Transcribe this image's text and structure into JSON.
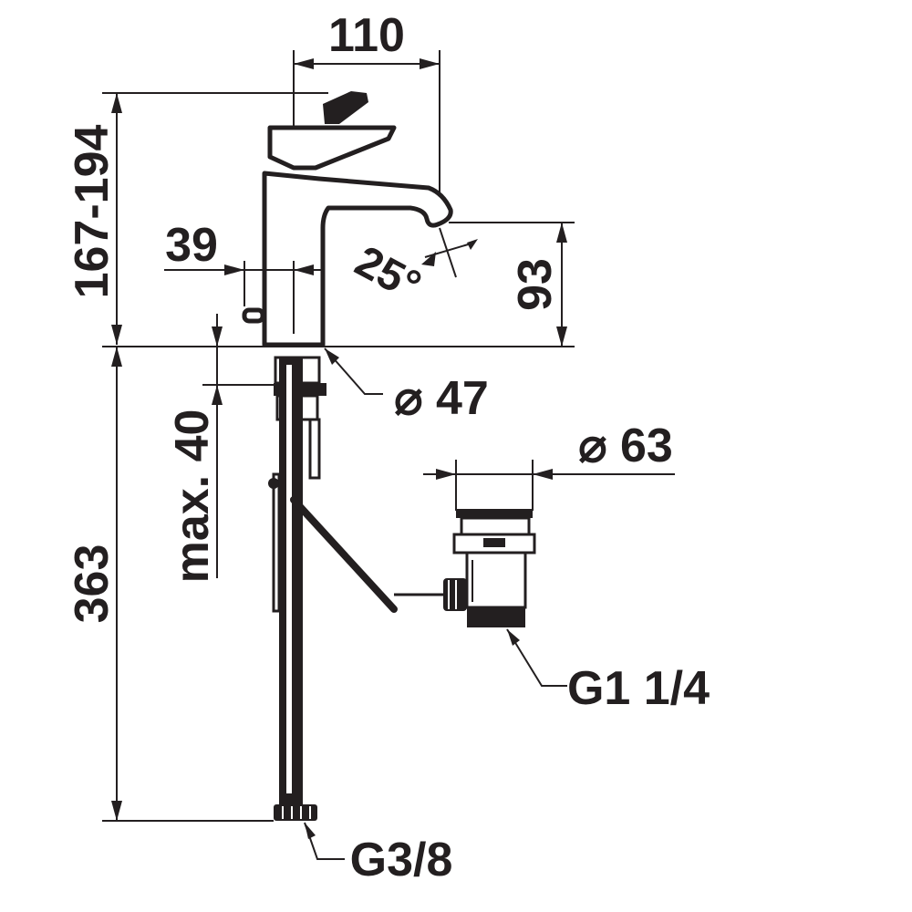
{
  "dimensions": {
    "spout_reach": "110",
    "height_range": "167-194",
    "body_offset": "39",
    "spout_angle": "25°",
    "outlet_height": "93",
    "base_diameter": "⌀ 47",
    "waste_diameter": "⌀ 63",
    "max_thickness": "max. 40",
    "hose_length": "363",
    "waste_thread": "G1 1/4",
    "supply_thread": "G3/8"
  },
  "colors": {
    "ink": "#231f20",
    "background": "#ffffff"
  }
}
